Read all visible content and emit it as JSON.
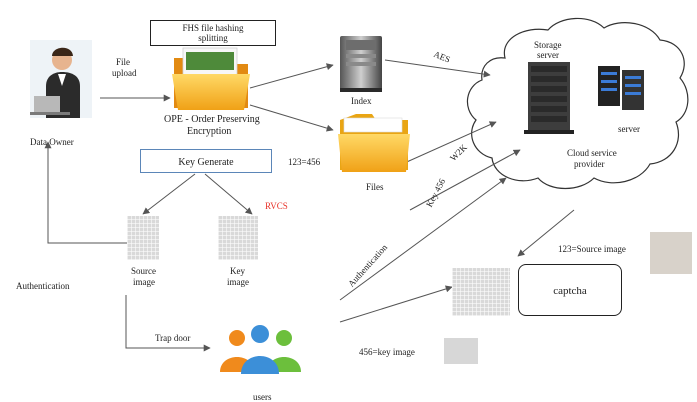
{
  "labels": {
    "data_owner": "Data Owner",
    "file_upload_1": "File",
    "file_upload_2": "upload",
    "fhs_1": "FHS file hashing",
    "fhs_2": "splitting",
    "ope_1": "OPE - Order Preserving",
    "ope_2": "Encryption",
    "key_generate": "Key Generate",
    "rvcs": "RVCS",
    "index": "Index",
    "files": "Files",
    "n_123_456": "123=456",
    "aes": "AES",
    "w2k": "W2K",
    "key_456": "Key 456",
    "storage_server_1": "Storage",
    "storage_server_2": "server",
    "server": "server",
    "cloud_1": "Cloud service",
    "cloud_2": "provider",
    "source_image_1": "Source",
    "source_image_2": "image",
    "key_image_1": "Key",
    "key_image_2": "image",
    "authentication_left": "Authentication",
    "authentication_diag": "Authentication",
    "trap_door": "Trap door",
    "users": "users",
    "captcha": "captcha",
    "source_mapping": "123=Source image",
    "key_mapping": "456=key image"
  },
  "colors": {
    "rvcs": "#e8332a",
    "folder": "#f6b51e",
    "folder_dark": "#e28a12",
    "key_box_border": "#5b86b8",
    "user_orange": "#f08a1c",
    "user_blue": "#3c8fd8",
    "user_green": "#6cbf3c"
  },
  "icons": [
    "person-at-laptop-icon",
    "folder-icon",
    "server-tower-icon",
    "cloud-icon",
    "server-rack-icon",
    "users-group-icon"
  ]
}
